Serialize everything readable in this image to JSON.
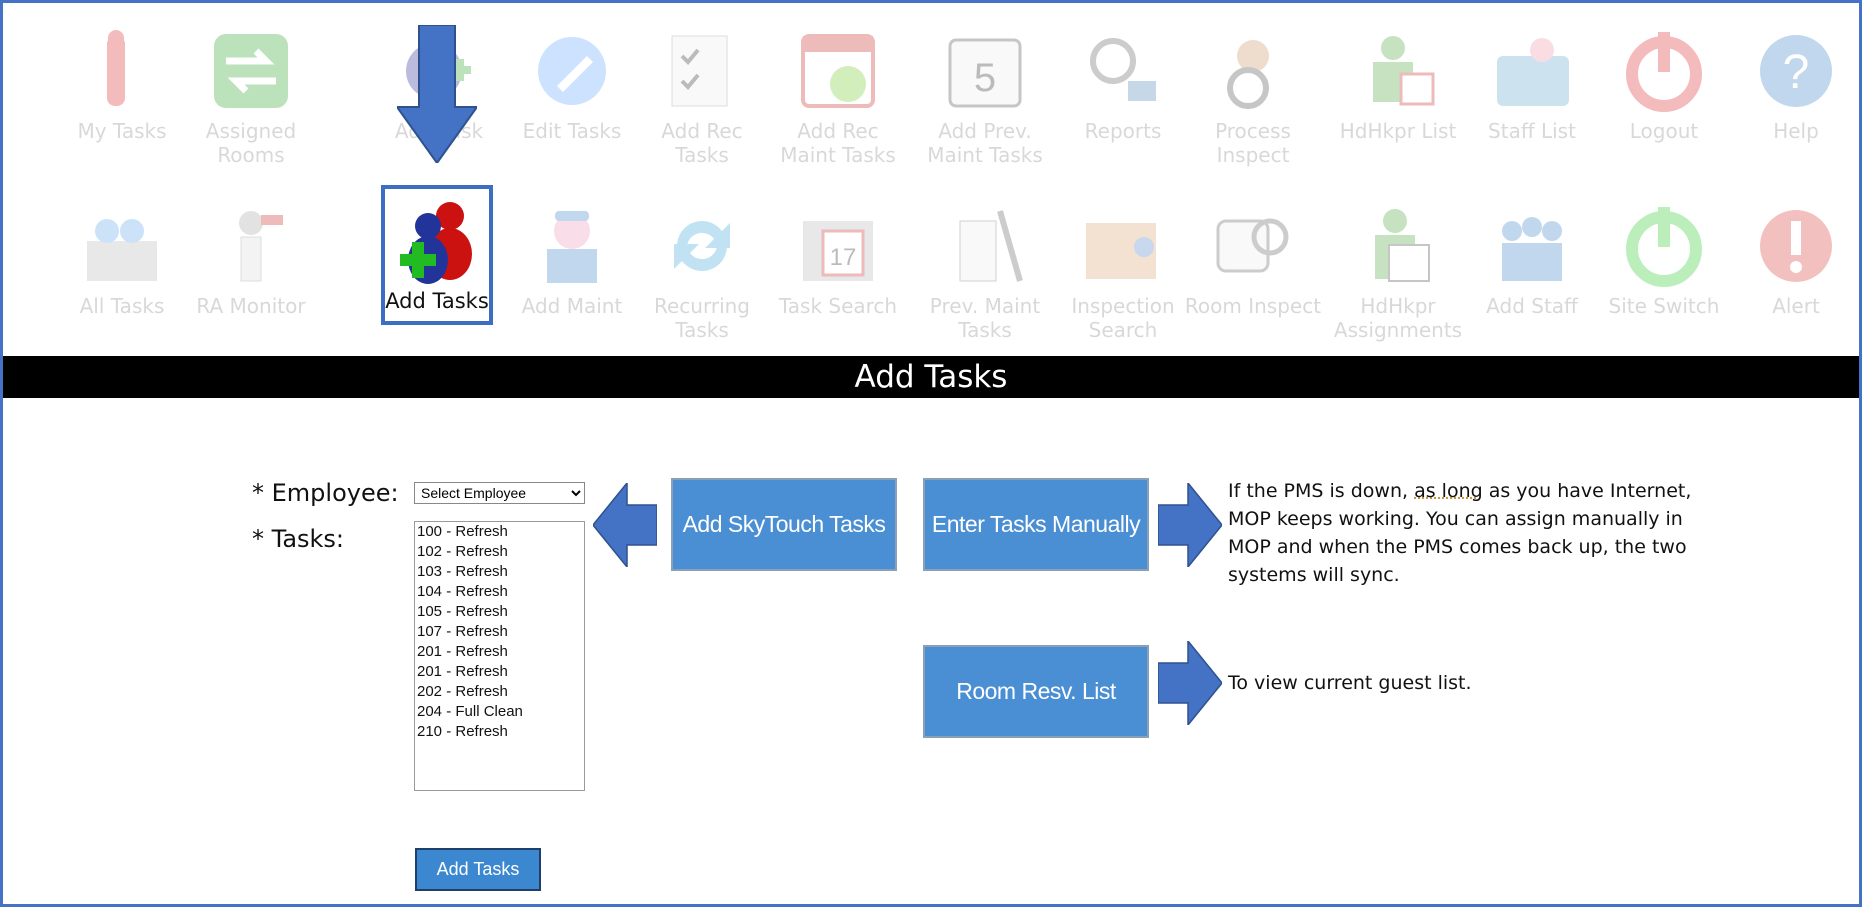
{
  "nav_row1": [
    {
      "label": "My Tasks",
      "icon": "my-tasks-icon"
    },
    {
      "label": "Assigned Rooms",
      "icon": "assigned-rooms-icon"
    },
    {
      "label": "Add Task",
      "icon": "add-task-icon"
    },
    {
      "label": "Edit Tasks",
      "icon": "edit-tasks-icon"
    },
    {
      "label": "Add Rec Tasks",
      "icon": "add-rec-tasks-icon"
    },
    {
      "label": "Add Rec Maint Tasks",
      "icon": "add-rec-maint-tasks-icon"
    },
    {
      "label": "Add Prev. Maint Tasks",
      "icon": "add-prev-maint-tasks-icon"
    },
    {
      "label": "Reports",
      "icon": "reports-icon"
    },
    {
      "label": "Process Inspect",
      "icon": "process-inspect-icon"
    },
    {
      "label": "HdHkpr List",
      "icon": "hdhkpr-list-icon"
    },
    {
      "label": "Staff List",
      "icon": "staff-list-icon"
    },
    {
      "label": "Logout",
      "icon": "logout-icon"
    },
    {
      "label": "Help",
      "icon": "help-icon"
    }
  ],
  "nav_row2": [
    {
      "label": "All Tasks",
      "icon": "all-tasks-icon"
    },
    {
      "label": "RA Monitor",
      "icon": "ra-monitor-icon"
    },
    {
      "label": "Add Tasks",
      "icon": "add-tasks-icon"
    },
    {
      "label": "Add Maint",
      "icon": "add-maint-icon"
    },
    {
      "label": "Recurring Tasks",
      "icon": "recurring-tasks-icon"
    },
    {
      "label": "Task Search",
      "icon": "task-search-icon"
    },
    {
      "label": "Prev. Maint Tasks",
      "icon": "prev-maint-tasks-icon"
    },
    {
      "label": "Inspection Search",
      "icon": "inspection-search-icon"
    },
    {
      "label": "Room Inspect",
      "icon": "room-inspect-icon"
    },
    {
      "label": "HdHkpr Assignments",
      "icon": "hdhkpr-assignments-icon"
    },
    {
      "label": "Add Staff",
      "icon": "add-staff-icon"
    },
    {
      "label": "Site Switch",
      "icon": "site-switch-icon"
    },
    {
      "label": "Alert",
      "icon": "alert-icon"
    }
  ],
  "active_nav": "Add Tasks",
  "page_title": "Add Tasks",
  "form": {
    "employee_label": "* Employee:",
    "employee_selected": "Select Employee",
    "tasks_label": "* Tasks:",
    "tasks": [
      "100 - Refresh",
      "102 - Refresh",
      "103 - Refresh",
      "104 - Refresh",
      "105 - Refresh",
      "107 - Refresh",
      "201 - Refresh",
      "201 - Refresh",
      "202 - Refresh",
      "204 - Full Clean",
      "210 - Refresh"
    ],
    "submit_label": "Add Tasks"
  },
  "buttons": {
    "skytouch": "Add SkyTouch Tasks",
    "manual": "Enter Tasks Manually",
    "room_resv": "Room Resv. List"
  },
  "notes": {
    "manual_note_before": "If the PMS is down, ",
    "manual_note_underlined": "as long",
    "manual_note_after": " as you have Internet, MOP keeps working. You can assign manually in MOP and when the PMS comes back up, the two systems will sync.",
    "guest_note": "To view current guest list."
  },
  "colors": {
    "accent_blue": "#4472c4",
    "button_blue": "#4a8ed4",
    "title_bar": "#000000"
  }
}
